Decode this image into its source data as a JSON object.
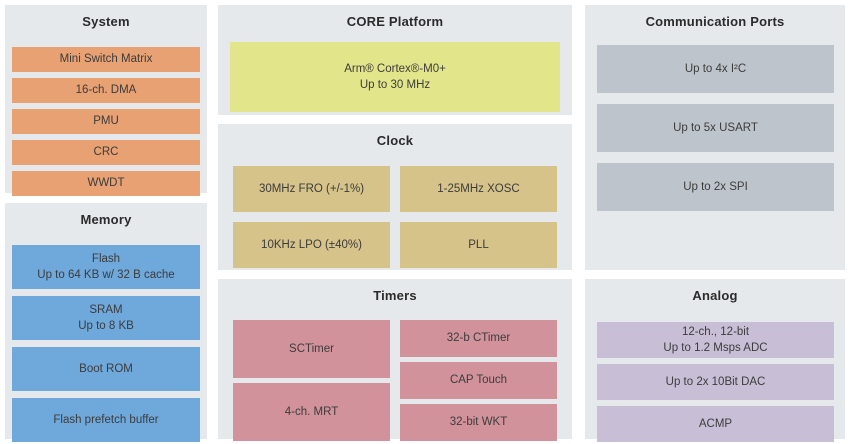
{
  "colors": {
    "panel_background": "#e5e9ec",
    "system_block": "#e7a173",
    "memory_block": "#6fa8db",
    "core_block": "#e3e58b",
    "clock_block": "#d6c389",
    "timers_block": "#d1929b",
    "comm_block": "#bec4cb",
    "analog_block": "#c8bfd6",
    "title_text": "#2b2b2b",
    "block_text": "#3c3c3c"
  },
  "panels": {
    "system": {
      "title": "System",
      "blocks": [
        "Mini Switch Matrix",
        "16-ch. DMA",
        "PMU",
        "CRC",
        "WWDT"
      ]
    },
    "memory": {
      "title": "Memory",
      "blocks": [
        "Flash\nUp to 64 KB w/ 32 B cache",
        "SRAM\nUp to 8 KB",
        "Boot ROM",
        "Flash prefetch buffer"
      ]
    },
    "core": {
      "title": "CORE Platform",
      "blocks": [
        "Arm® Cortex®-M0+\nUp to 30 MHz"
      ]
    },
    "clock": {
      "title": "Clock",
      "blocks": [
        "30MHz FRO (+/-1%)",
        "1-25MHz XOSC",
        "10KHz LPO (±40%)",
        "PLL"
      ]
    },
    "timers": {
      "title": "Timers",
      "left_blocks": [
        "SCTimer",
        "4-ch. MRT"
      ],
      "right_blocks": [
        "32-b CTimer",
        "CAP Touch",
        "32-bit WKT"
      ]
    },
    "comm": {
      "title": "Communication Ports",
      "blocks": [
        "Up to 4x I²C",
        "Up to 5x USART",
        "Up to 2x SPI"
      ]
    },
    "analog": {
      "title": "Analog",
      "blocks": [
        "12-ch., 12-bit\nUp to 1.2 Msps ADC",
        "Up to 2x 10Bit DAC",
        "ACMP"
      ]
    }
  }
}
